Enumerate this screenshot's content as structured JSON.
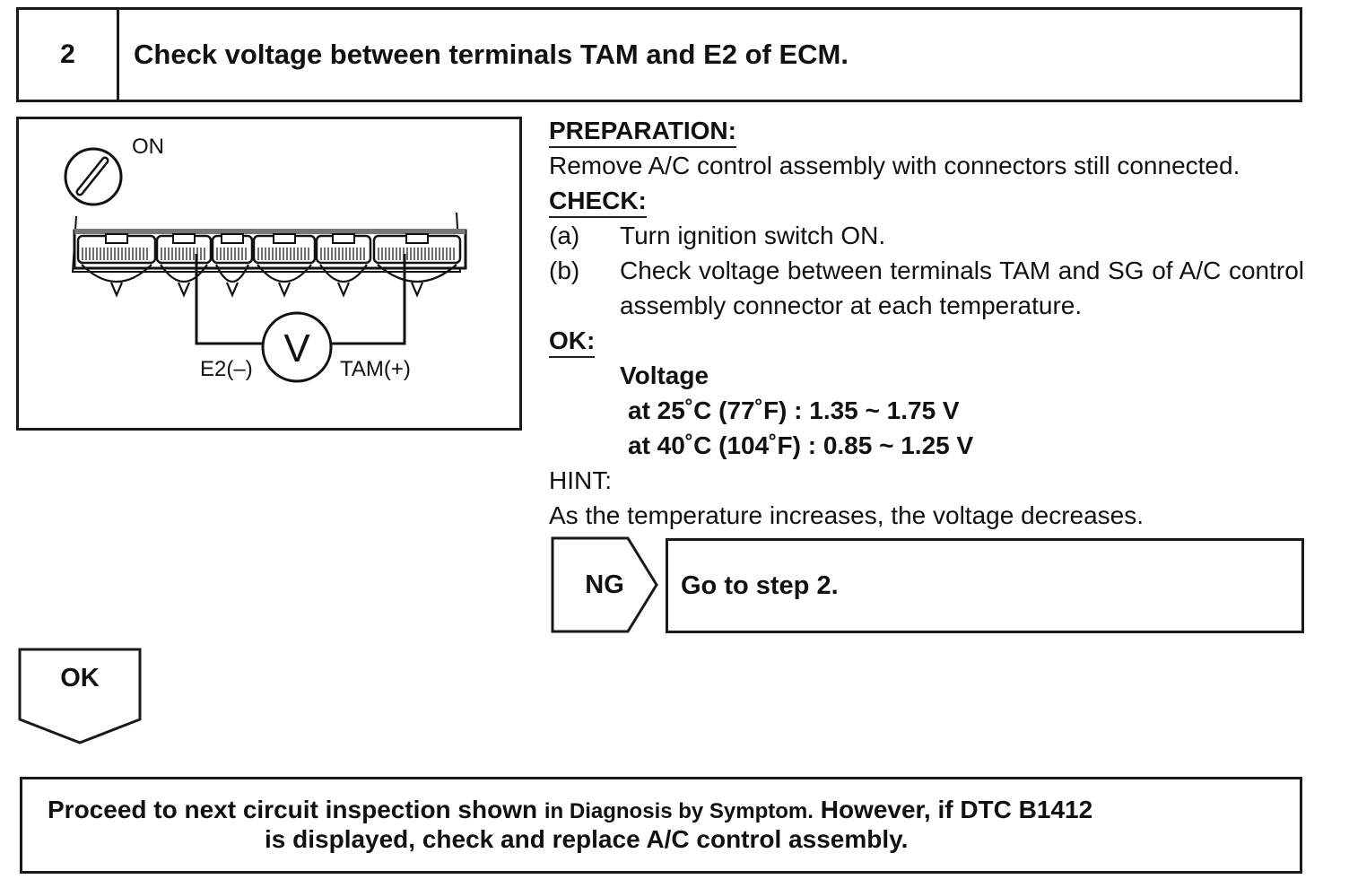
{
  "step": {
    "number": "2",
    "title": "Check voltage between terminals TAM and E2 of ECM."
  },
  "diagram": {
    "ignition_label": "ON",
    "meter_symbol": "V",
    "negative_terminal": "E2(–)",
    "positive_terminal": "TAM(+)"
  },
  "preparation": {
    "heading": "PREPARATION:",
    "text": "Remove A/C control assembly with connectors still connected."
  },
  "check": {
    "heading": "CHECK:",
    "items": [
      {
        "label": "(a)",
        "text": "Turn ignition switch ON."
      },
      {
        "label": "(b)",
        "text": "Check voltage between terminals TAM and SG of A/C control assembly connector at each temperature."
      }
    ]
  },
  "ok_spec": {
    "heading": "OK:",
    "title": "Voltage",
    "lines": [
      "at 25˚C (77˚F) : 1.35 ~ 1.75 V",
      "at 40˚C (104˚F) : 0.85 ~ 1.25 V"
    ]
  },
  "hint": {
    "heading": "HINT:",
    "text": "As the temperature increases, the voltage decreases."
  },
  "ng_branch": {
    "label": "NG",
    "action": "Go to step 2."
  },
  "ok_branch": {
    "label": "OK"
  },
  "result": {
    "part1": "Proceed to next circuit inspection shown",
    "part2": "in Diagnosis by Symptom.",
    "part3": "However, if DTC B1412",
    "line2": "is displayed, check and replace A/C control assembly."
  }
}
